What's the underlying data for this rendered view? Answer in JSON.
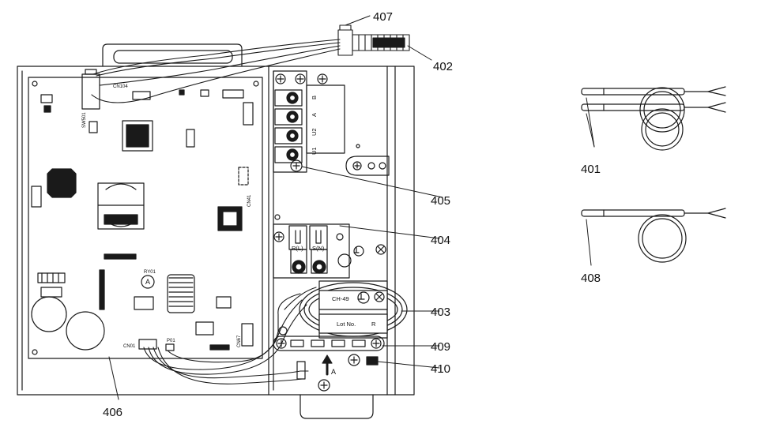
{
  "callouts": {
    "c401": "401",
    "c402": "402",
    "c403": "403",
    "c404": "404",
    "c405": "405",
    "c406": "406",
    "c407": "407",
    "c408": "408",
    "c409": "409",
    "c410": "410"
  },
  "board_labels": {
    "cn104": "CN104",
    "sw501": "SW501",
    "cn41": "CN41",
    "ry01": "RY01",
    "ry01_mark": "A",
    "cn01": "CN01",
    "p01": "P01",
    "cn67": "CN67"
  },
  "terminal_labels": {
    "u1": "U1",
    "u2": "U2",
    "a": "A",
    "b": "B",
    "r_l": "R(L)",
    "s_n": "S(N)"
  },
  "filter_labels": {
    "part": "CH-49",
    "lot": "Lot No.",
    "lot_suffix": "R"
  },
  "arrow_label": "A",
  "colors": {
    "line": "#1a1a1a",
    "background": "#ffffff"
  }
}
